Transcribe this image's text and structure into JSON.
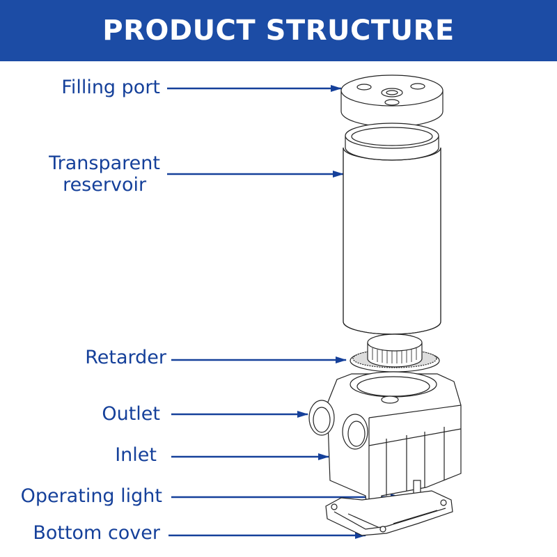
{
  "header": {
    "title": "PRODUCT STRUCTURE"
  },
  "colors": {
    "header_bg": "#1c4ca5",
    "label_text": "#15409a",
    "arrow": "#15409a",
    "line_art": "#222222"
  },
  "callouts": [
    {
      "id": "filling-port",
      "lines": [
        "Filling port"
      ]
    },
    {
      "id": "transparent-reservoir",
      "lines": [
        "Transparent",
        "reservoir"
      ]
    },
    {
      "id": "retarder",
      "lines": [
        "Retarder"
      ]
    },
    {
      "id": "outlet",
      "lines": [
        "Outlet"
      ]
    },
    {
      "id": "inlet",
      "lines": [
        "Inlet"
      ]
    },
    {
      "id": "operating-light",
      "lines": [
        "Operating light"
      ]
    },
    {
      "id": "bottom-cover",
      "lines": [
        "Bottom cover"
      ]
    }
  ]
}
